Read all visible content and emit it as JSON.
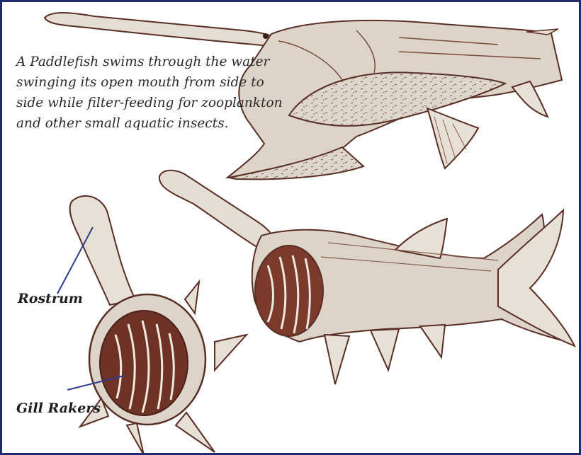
{
  "caption": {
    "lines": [
      "A Paddlefish swims through the water",
      "swinging its open mouth from side to",
      "side while filter-feeding for zooplankton",
      "and other small aquatic insects."
    ]
  },
  "labels": {
    "rostrum": "Rostrum",
    "gill_rakers": "Gill Rakers"
  },
  "colors": {
    "border": "#1f2d6b",
    "leader_line": "#2c3a8f",
    "fish_outline": "#5a2e24",
    "fish_fill": "#ddd6cc",
    "gill_interior": "#7a3a2c"
  }
}
